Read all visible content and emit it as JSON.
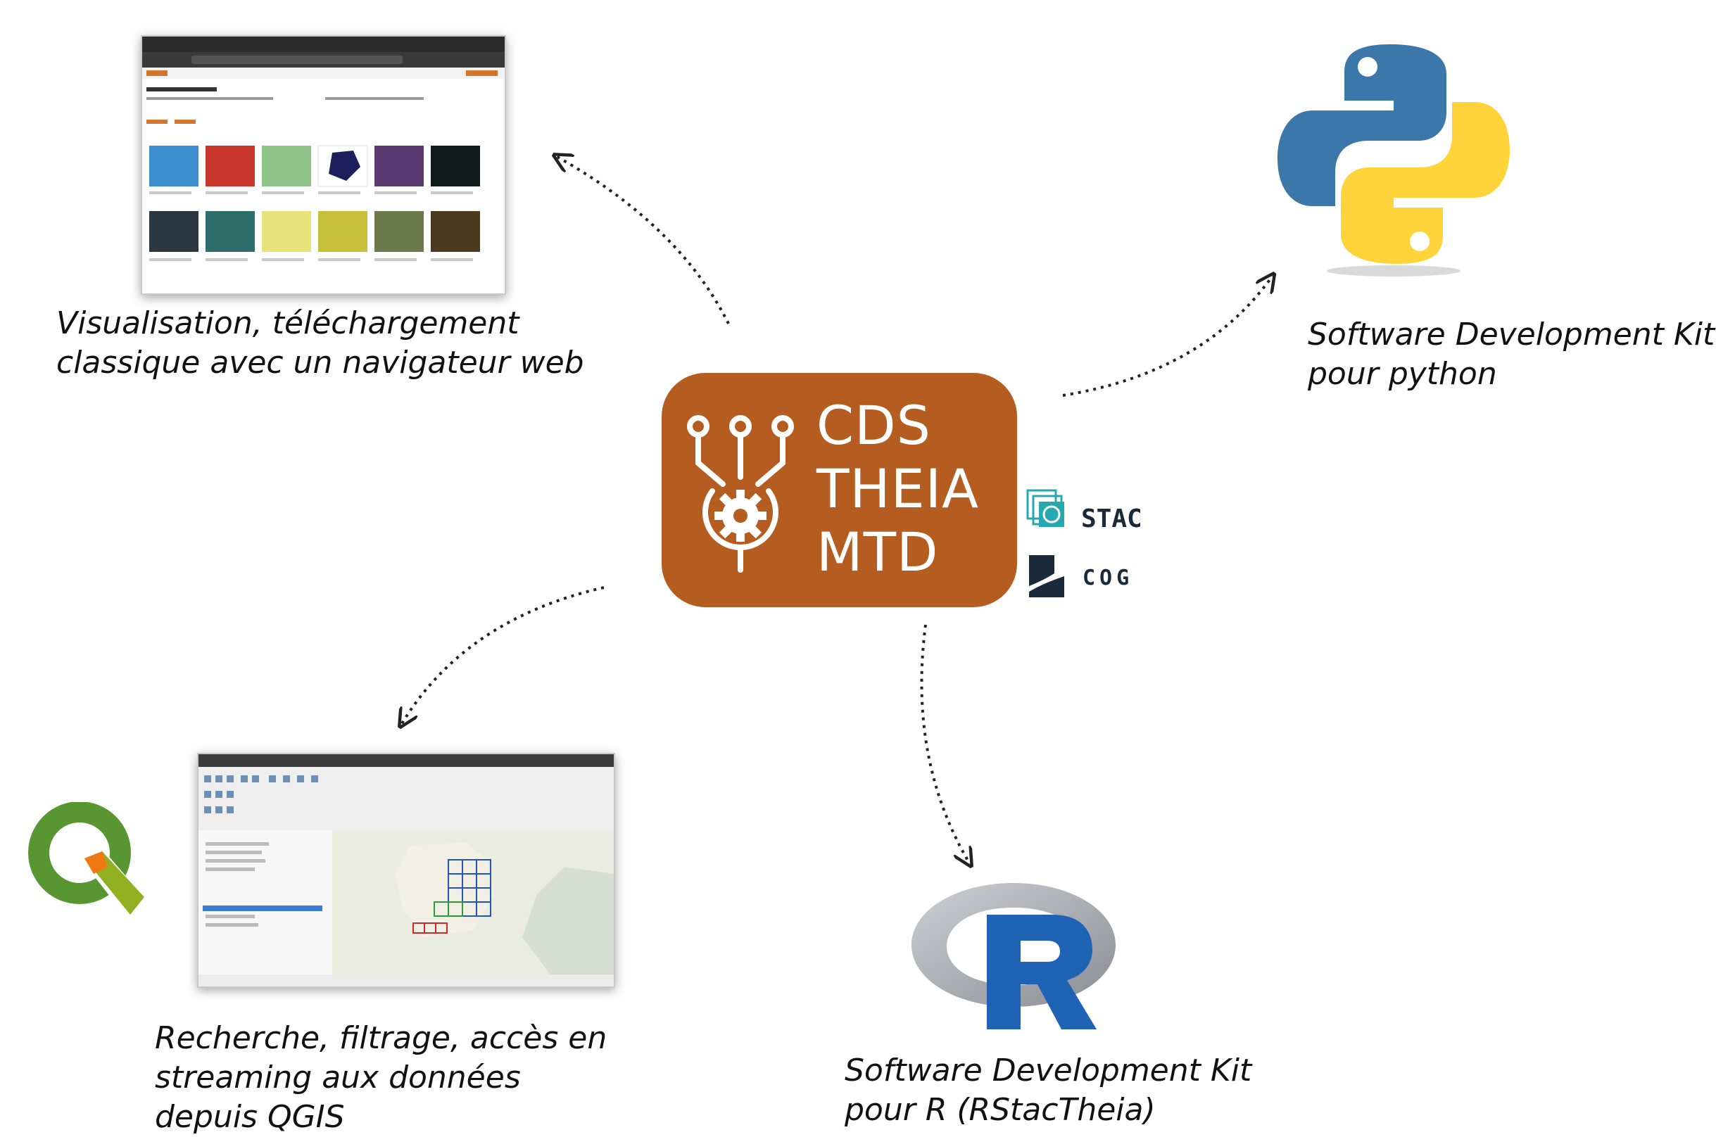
{
  "center": {
    "line1": "CDS",
    "line2": "THEIA",
    "line3": "MTD"
  },
  "badges": {
    "stac": "STAC",
    "cog": "COG"
  },
  "captions": {
    "browser_line1": "Visualisation, téléchargement",
    "browser_line2": "classique avec un navigateur web",
    "python_line1": "Software Development Kit",
    "python_line2": "pour python",
    "qgis_line1": "Recherche, filtrage, accès en",
    "qgis_line2": "streaming aux données",
    "qgis_line3": "depuis QGIS",
    "r_line1": "Software Development Kit",
    "r_line2": "pour R (RStacTheia)"
  },
  "colors": {
    "center_fill": "#b55d20",
    "python_blue": "#3b77a8",
    "python_yellow": "#ffd43b",
    "r_blue": "#1f63b5",
    "qgis_green": "#589632",
    "qgis_orange": "#ee7913"
  },
  "icons": [
    "stac-icon",
    "cog-icon",
    "python-logo",
    "r-logo",
    "qgis-logo",
    "integration-gear-icon"
  ]
}
